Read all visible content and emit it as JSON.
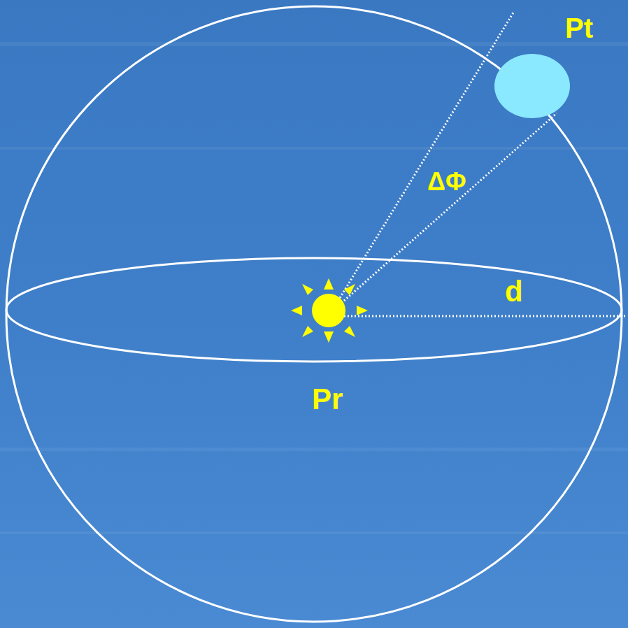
{
  "diagram": {
    "labels": [
      "Pt",
      "ΔΦ",
      "d",
      "Pr"
    ]
  }
}
